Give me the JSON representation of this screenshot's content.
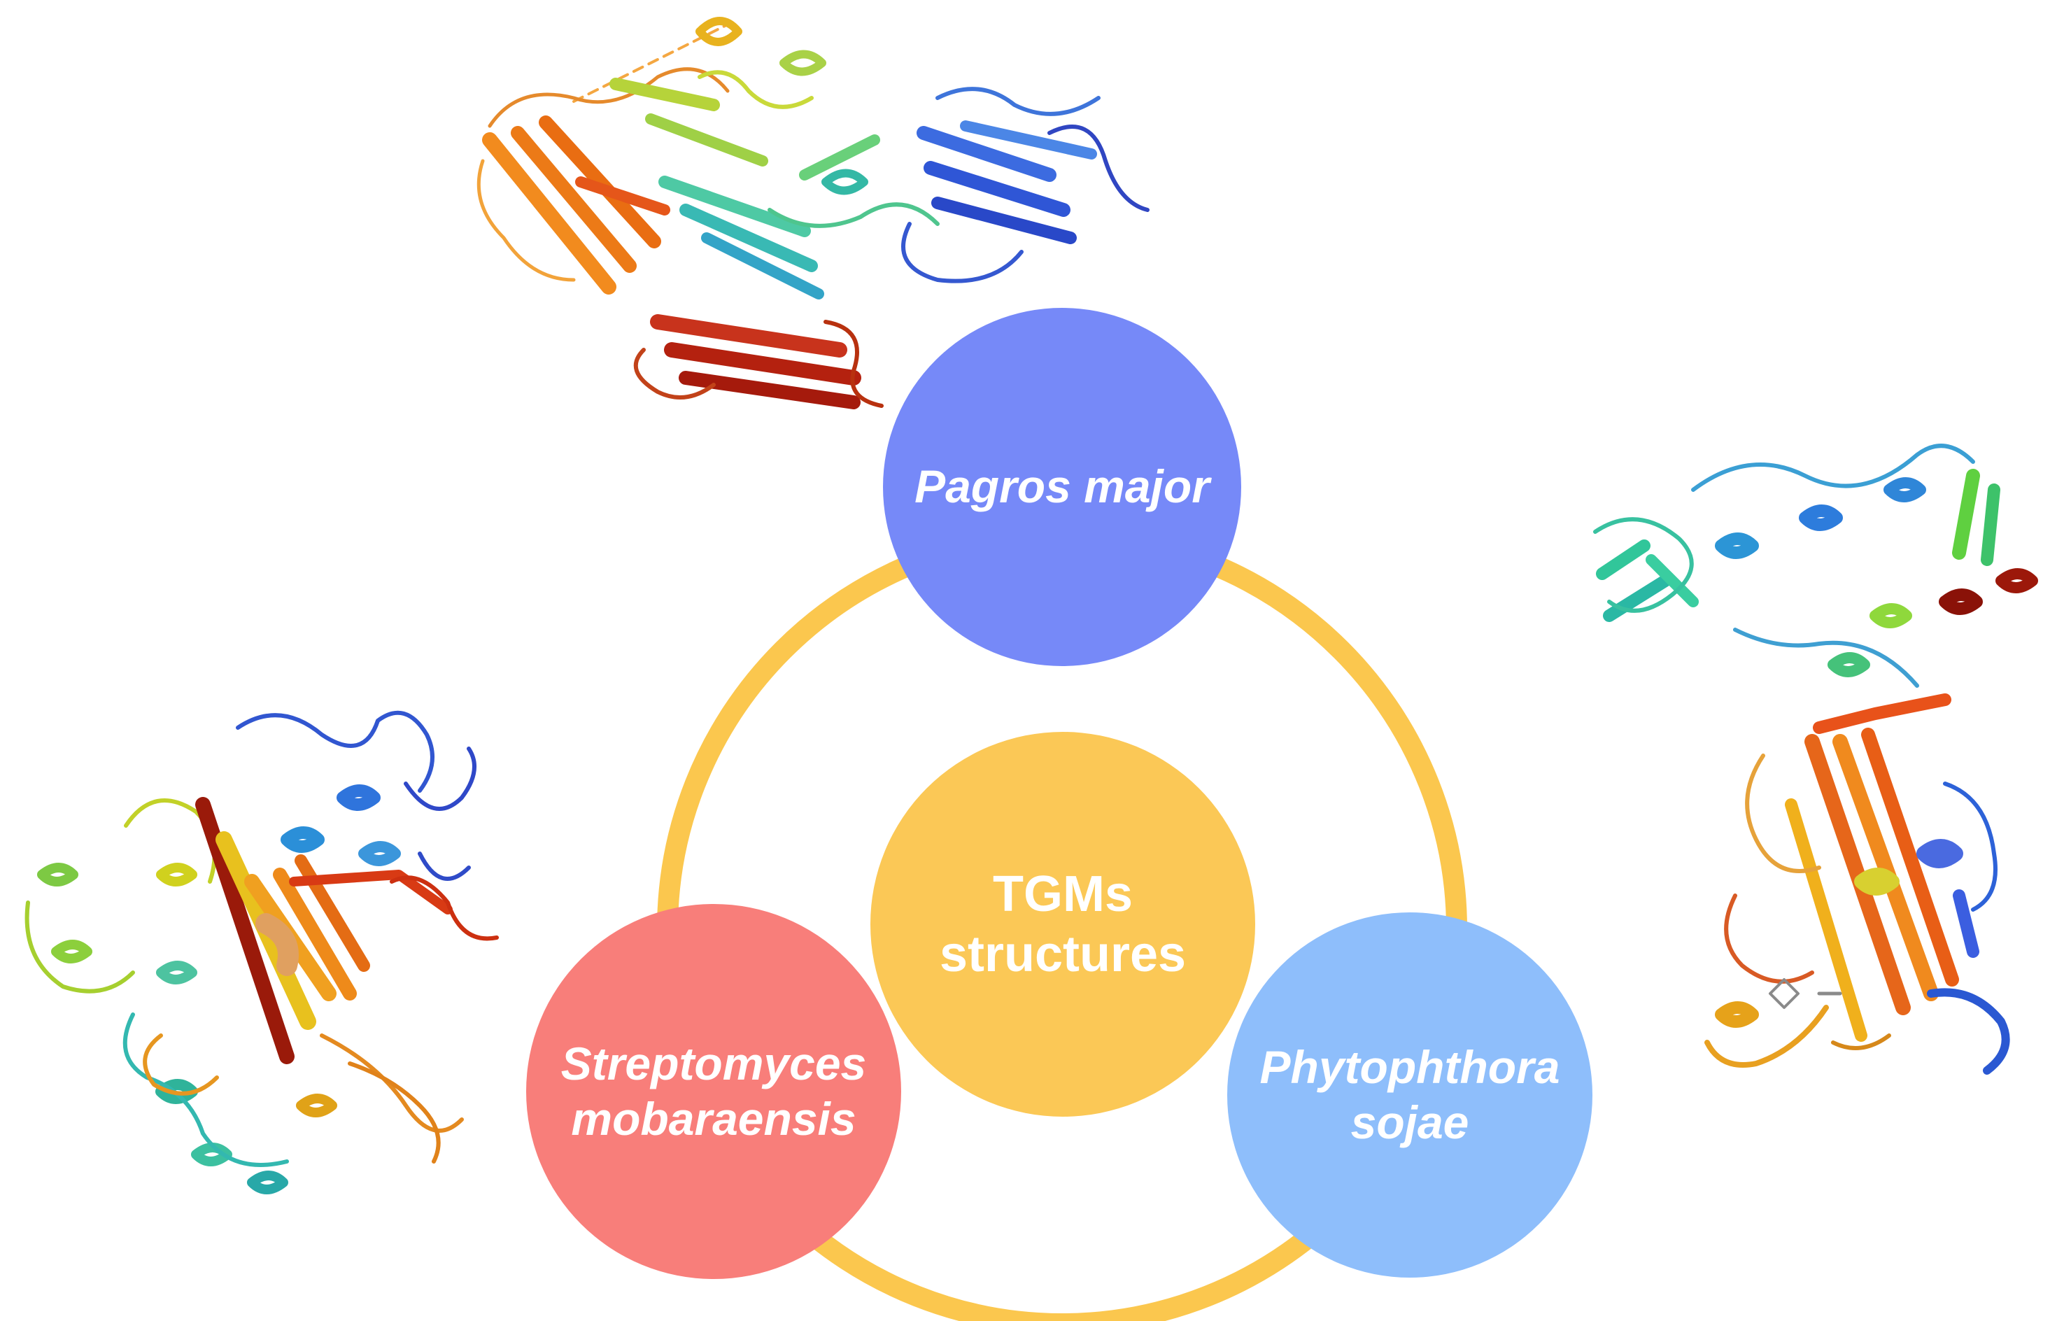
{
  "colors": {
    "ring": "#fbc74e",
    "pagros": "#7689f8",
    "center": "#fbc856",
    "streptomyces": "#f87e7a",
    "phytophthora": "#8ebefb"
  },
  "nodes": {
    "pagros": {
      "lines": [
        "Pagros major"
      ]
    },
    "center": {
      "lines": [
        "TGMs",
        "structures"
      ]
    },
    "streptomyces": {
      "lines": [
        "Streptomyces",
        "mobaraensis"
      ]
    },
    "phytophthora": {
      "lines": [
        "Phytophthora",
        "sojae"
      ]
    }
  },
  "structures": [
    {
      "name": "pagros-major-tgm-structure",
      "depicts": "protein ribbon model"
    },
    {
      "name": "streptomyces-mobaraensis-tgm-structure",
      "depicts": "protein ribbon model"
    },
    {
      "name": "phytophthora-sojae-tgm-structure",
      "depicts": "protein ribbon model"
    }
  ]
}
